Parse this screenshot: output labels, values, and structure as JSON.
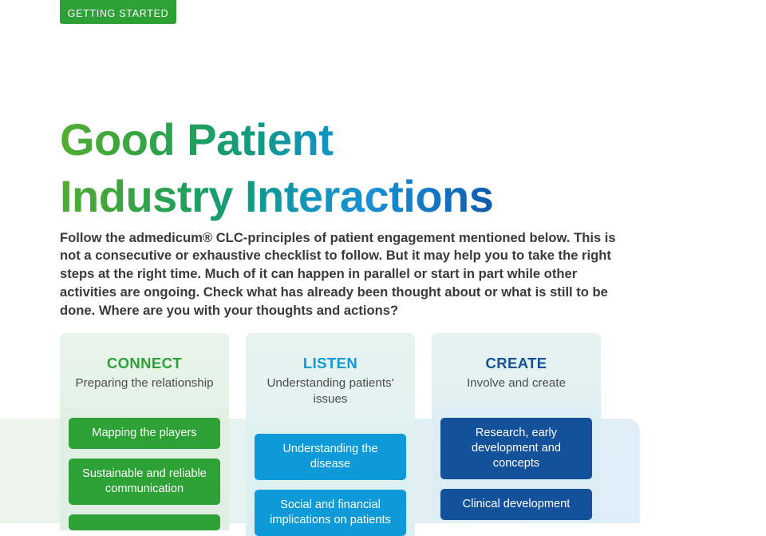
{
  "badge": {
    "label": "GETTING STARTED",
    "color": "#2da036"
  },
  "headline": {
    "line1": "Good Patient",
    "line2": "Industry Interactions",
    "gradient_from": "#55ad33",
    "gradient_to": "#1159ab"
  },
  "intro": {
    "text": "Follow the admedicum® CLC-principles of patient engagement mentioned below. This is not a consecutive or exhaustive checklist to follow. But it may help you to take the right steps at the right time. Much of it can happen in parallel or start in part while other activities are ongoing. Check what has already been thought about or what is still to be done. Where are you with your thoughts and actions?"
  },
  "columns": [
    {
      "title": "CONNECT",
      "subtitle": "Preparing the relationship",
      "accent": "#2da036",
      "items": [
        {
          "label": "Mapping the players"
        },
        {
          "label": "Sustainable and reliable communication"
        },
        {
          "label": ""
        }
      ]
    },
    {
      "title": "LISTEN",
      "subtitle": "Understanding patients' issues",
      "accent": "#0e9ad8",
      "items": [
        {
          "label": "Understanding the disease"
        },
        {
          "label": "Social and financial implications on patients"
        }
      ]
    },
    {
      "title": "CREATE",
      "subtitle": "Involve and create",
      "accent": "#13529a",
      "items": [
        {
          "label": "Research, early development and concepts"
        },
        {
          "label": "Clinical development"
        }
      ]
    }
  ]
}
